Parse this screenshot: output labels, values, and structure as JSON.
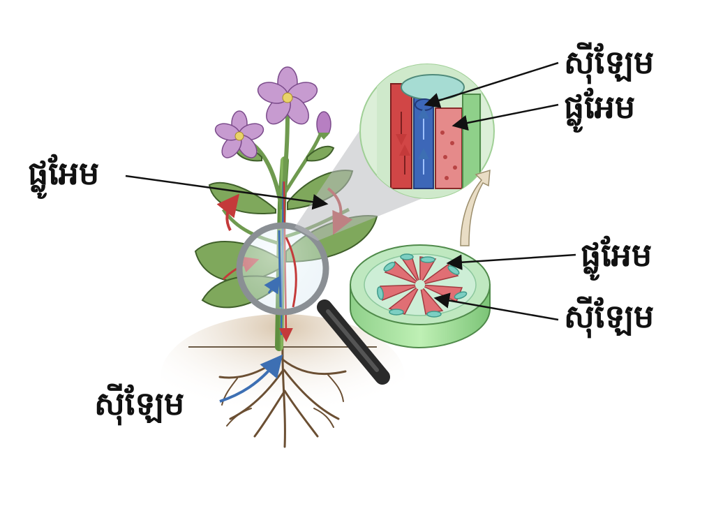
{
  "labels": {
    "plant_phloem": "ផ្លូអែម",
    "root_xylem": "ស៊ីឡែម",
    "detail_xylem": "ស៊ីឡែម",
    "detail_phloem": "ផ្លូអែម",
    "section_phloem": "ផ្លូអែម",
    "section_xylem": "ស៊ីឡែម"
  },
  "colors": {
    "xylem": "#3d5fa8",
    "phloem": "#c43a3a",
    "leaf": "#6f9a4f",
    "flower": "#b77fc2",
    "stem_tissue": "#a8dca0",
    "soil": "#d9c6ad",
    "leader_line": "#111111"
  },
  "icons": [
    "magnifying-glass-icon",
    "curved-arrow-icon"
  ]
}
